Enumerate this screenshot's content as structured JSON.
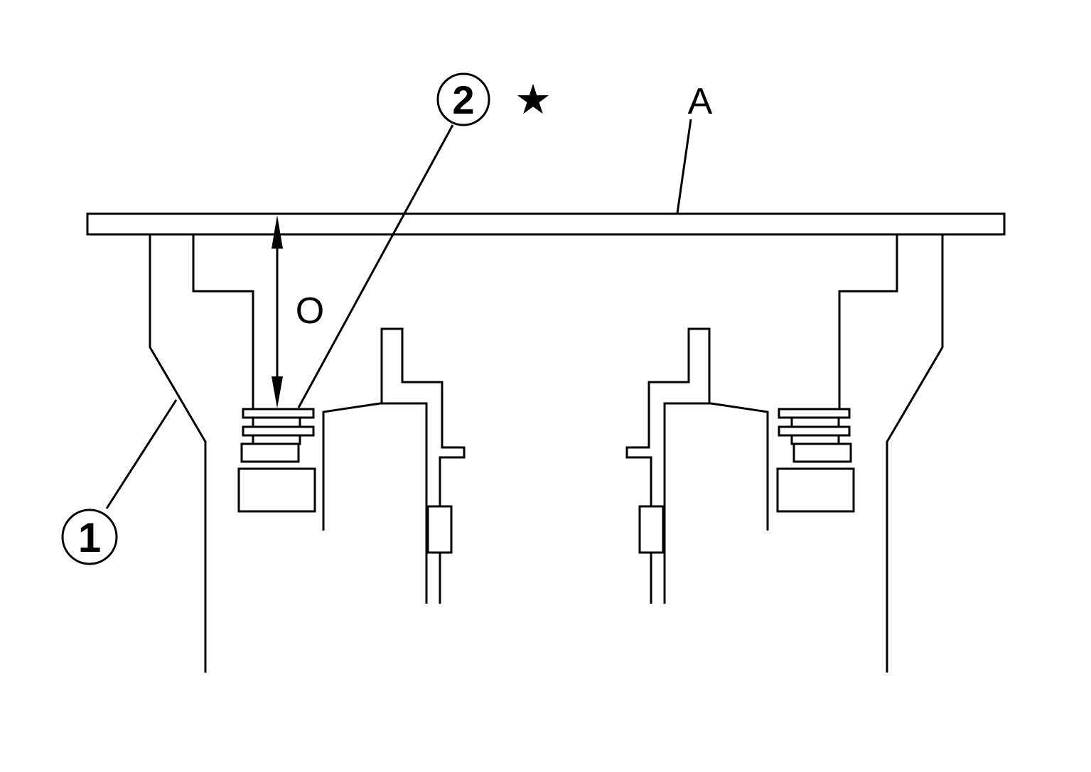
{
  "callouts": {
    "part1": "1",
    "part2": "2"
  },
  "labels": {
    "straightedge": "A",
    "dimension": "O",
    "star": "★"
  },
  "colors": {
    "line": "#000000",
    "background": "#ffffff"
  }
}
